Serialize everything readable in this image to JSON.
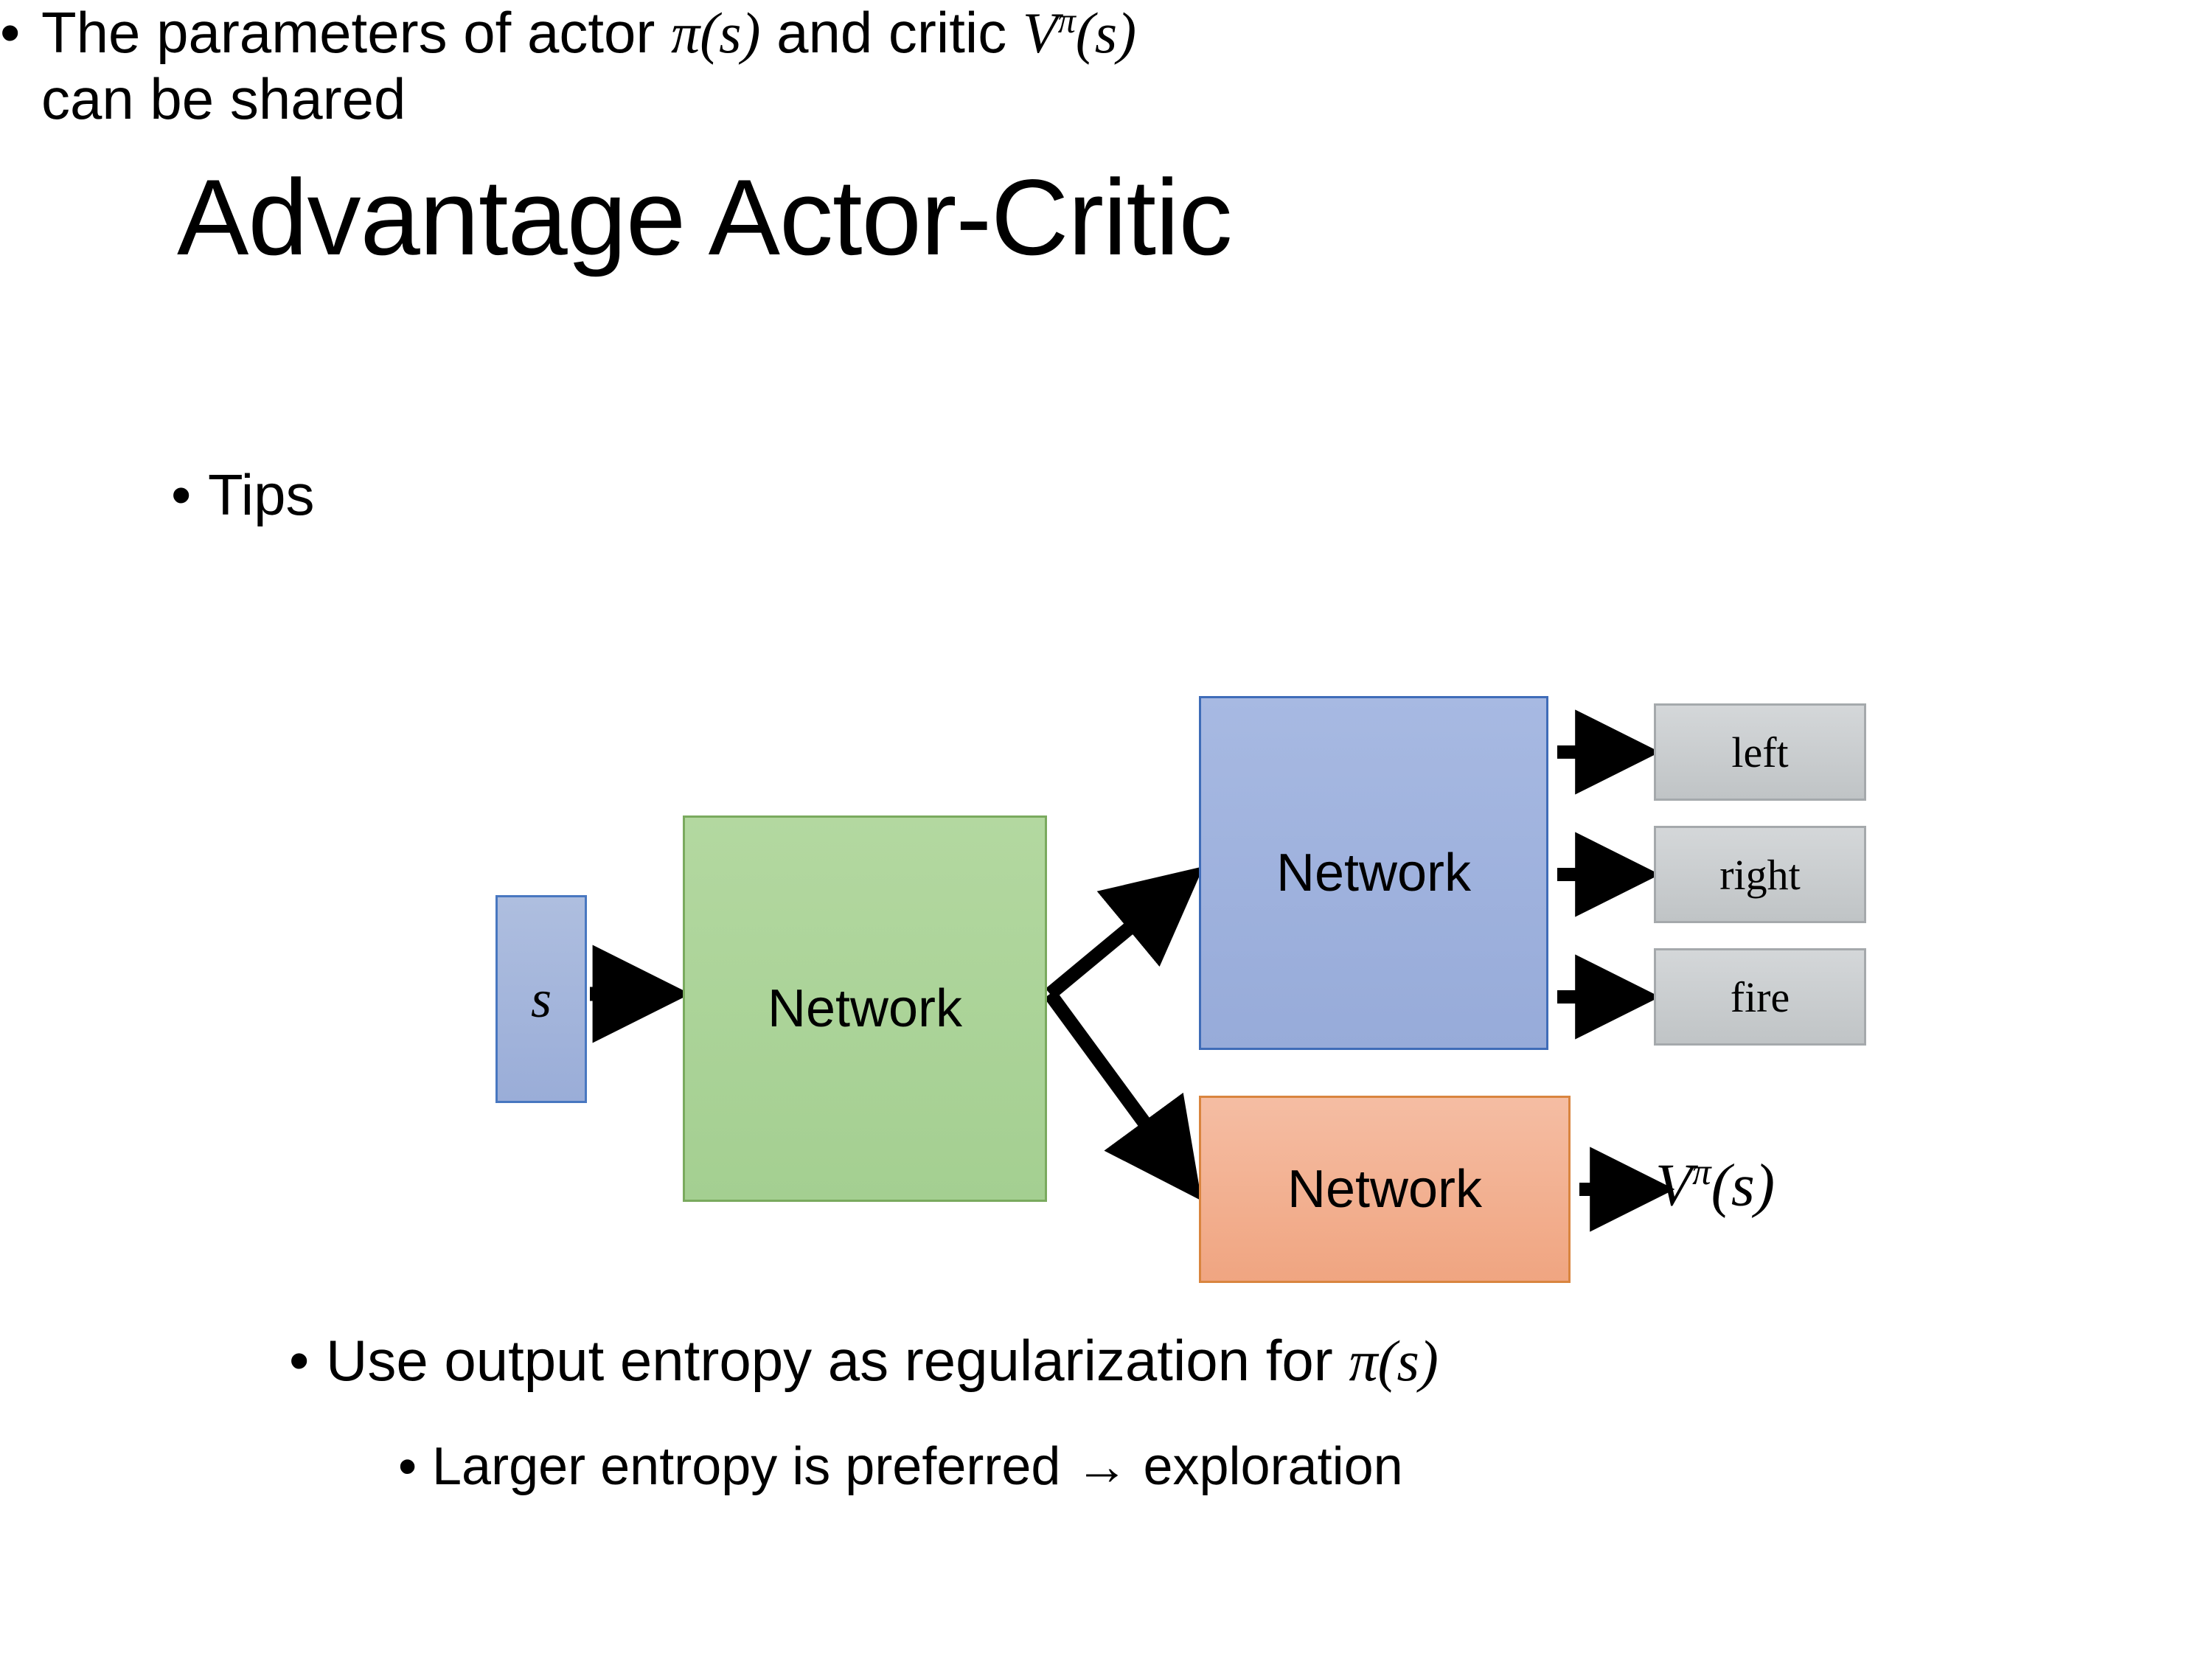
{
  "slide": {
    "title": "Advantage Actor-Critic",
    "background_color": "#ffffff"
  },
  "bullets": {
    "tips": {
      "marker": "•",
      "text": "Tips"
    },
    "parameters": {
      "marker": "•",
      "text_part_1": "The parameters of actor ",
      "math_pi_s": "π(s)",
      "text_part_2": "  and critic ",
      "math_v_base": "V",
      "math_v_sup": "π",
      "math_v_arg": "(s)",
      "text_part_3": "can be shared",
      "full_text": "The parameters of actor π(s)  and critic Vπ(s) can be shared"
    },
    "entropy": {
      "marker": "•",
      "text": "Use output entropy as regularization for ",
      "math_pi_s": "π(s)",
      "full_text": "Use output entropy as regularization for π(s)"
    },
    "larger_entropy": {
      "marker": "•",
      "text": "Larger entropy is preferred → exploration"
    }
  },
  "diagram": {
    "state_node": {
      "label": "s",
      "fill": "#9aadd8",
      "border": "#4877c0"
    },
    "shared_network": {
      "label": "Network",
      "fill": "#a4cf91",
      "border": "#7aaa5e"
    },
    "actor_network": {
      "label": "Network",
      "fill": "#97abd9",
      "border": "#3f6cb8"
    },
    "critic_network": {
      "label": "Network",
      "fill": "#f0a581",
      "border": "#d9853f"
    },
    "actions": [
      {
        "label": "left",
        "fill": "#c0c4c6",
        "border": "#a5a9ac"
      },
      {
        "label": "right",
        "fill": "#c0c4c6",
        "border": "#a5a9ac"
      },
      {
        "label": "fire",
        "fill": "#c0c4c6",
        "border": "#a5a9ac"
      }
    ],
    "value_output": {
      "base": "V",
      "superscript": "π",
      "argument": "(s)"
    },
    "arrows": [
      {
        "name": "state-to-shared",
        "from": "state_node",
        "to": "shared_network"
      },
      {
        "name": "shared-to-actor",
        "from": "shared_network",
        "to": "actor_network"
      },
      {
        "name": "shared-to-critic",
        "from": "shared_network",
        "to": "critic_network"
      },
      {
        "name": "actor-to-left",
        "from": "actor_network",
        "to": "left"
      },
      {
        "name": "actor-to-right",
        "from": "actor_network",
        "to": "right"
      },
      {
        "name": "actor-to-fire",
        "from": "actor_network",
        "to": "fire"
      },
      {
        "name": "critic-to-value",
        "from": "critic_network",
        "to": "value_output"
      }
    ],
    "arrow_color": "#000000"
  }
}
